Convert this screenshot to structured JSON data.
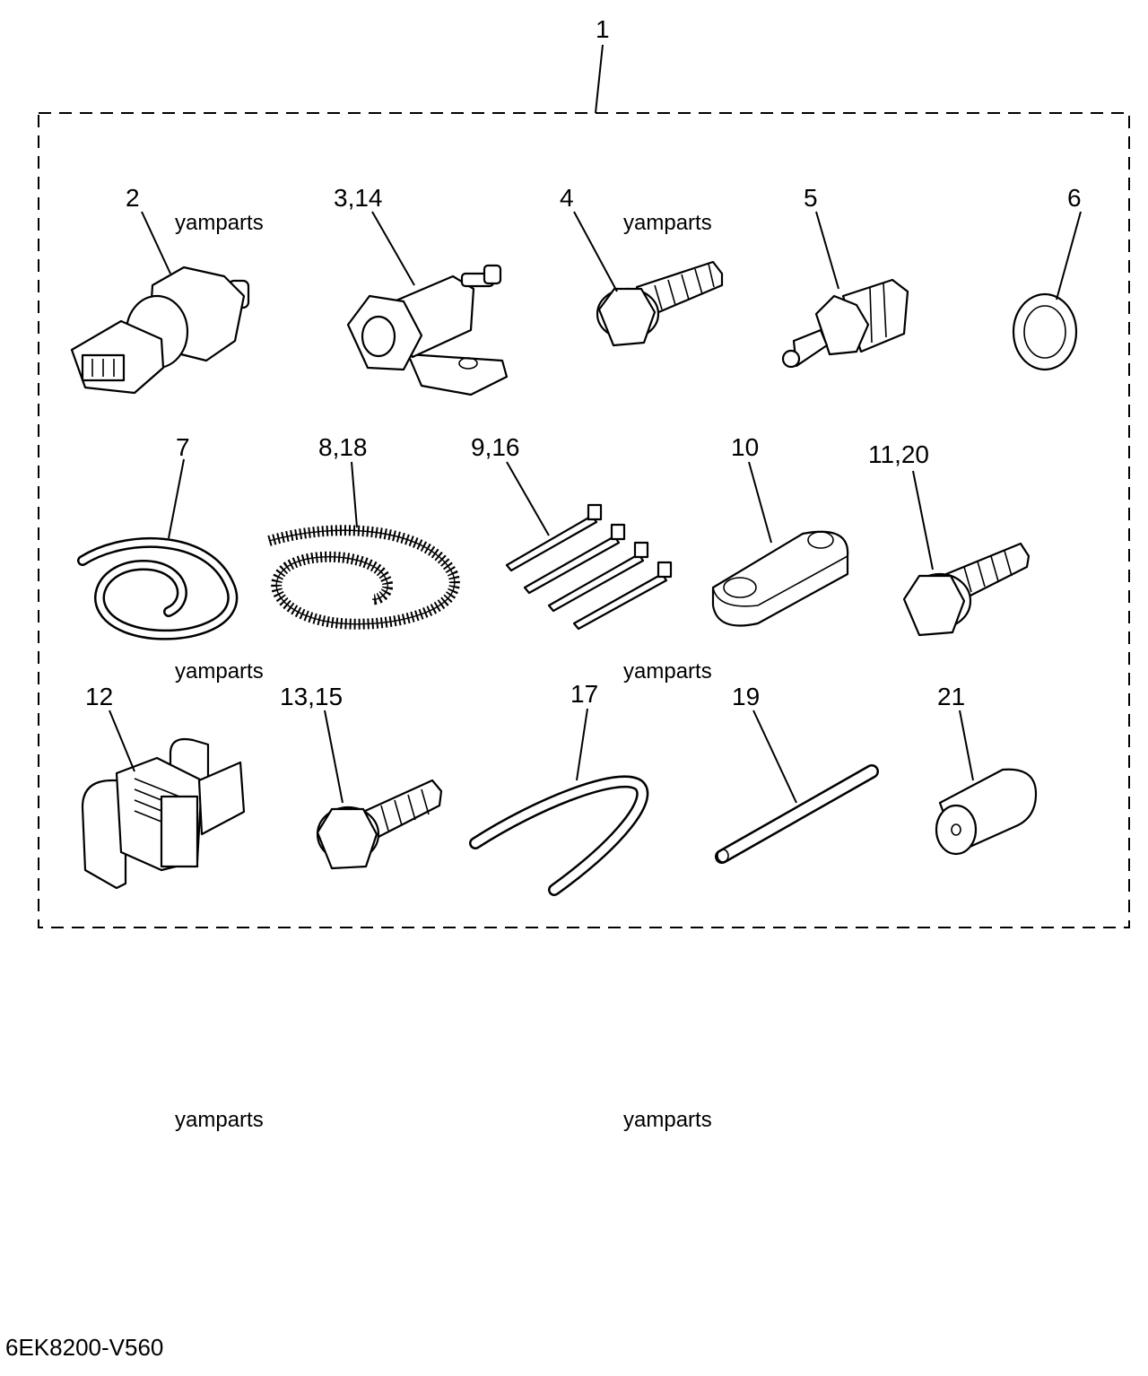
{
  "diagram": {
    "callouts": {
      "c1": "1",
      "c2": "2",
      "c3": "3,14",
      "c4": "4",
      "c5": "5",
      "c6": "6",
      "c7": "7",
      "c8": "8,18",
      "c9": "9,16",
      "c10": "10",
      "c11": "11,20",
      "c12": "12",
      "c13": "13,15",
      "c17": "17",
      "c19": "19",
      "c21": "21"
    },
    "watermark": "yamparts",
    "drawing_code": "6EK8200-V560"
  }
}
